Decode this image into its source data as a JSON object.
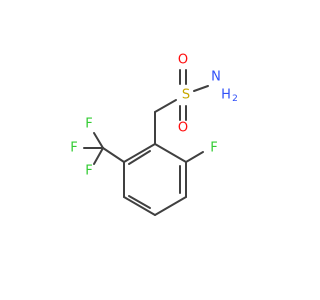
{
  "colors": {
    "bond": "#404040",
    "fluorine": "#33cc33",
    "oxygen": "#ff0d0d",
    "sulfur": "#c8a800",
    "nitrogen": "#3050f8",
    "background": "#ffffff"
  },
  "atoms": {
    "f_ring": "F",
    "f_cf3_a": "F",
    "f_cf3_b": "F",
    "f_cf3_c": "F",
    "s": "S",
    "o_upper": "O",
    "o_lower": "O",
    "n": "N",
    "h2": "H",
    "h2_sub": "2"
  }
}
